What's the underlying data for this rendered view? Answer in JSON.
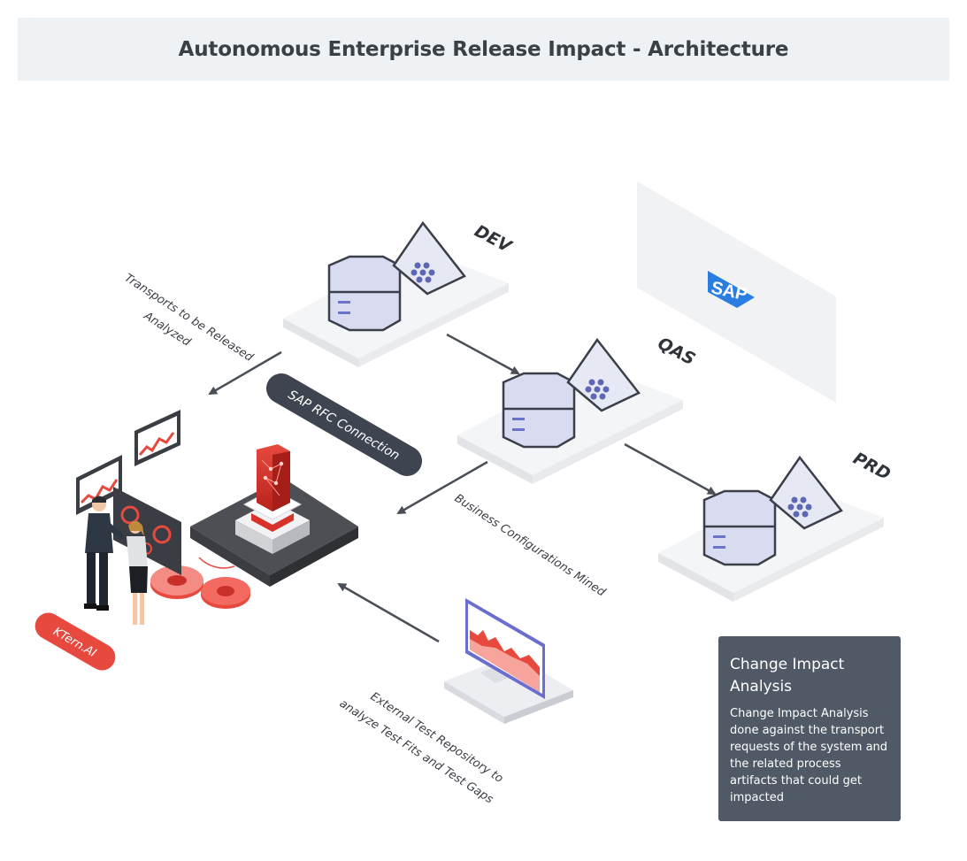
{
  "title": "Autonomous Enterprise Release Impact - Architecture",
  "environments": {
    "dev": "DEV",
    "qas": "QAS",
    "prd": "PRD"
  },
  "flows": {
    "transports_line1": "Transports to be Released",
    "transports_line2": "Analyzed",
    "rfc_connection": "SAP RFC Connection",
    "business_config": "Business Configurations Mined",
    "test_repo_line1": "External Test Repository to",
    "test_repo_line2": "analyze Test Fits and Test Gaps"
  },
  "logos": {
    "sap": "SAP",
    "ktern": "KTern.AI"
  },
  "info_card": {
    "title": "Change Impact Analysis",
    "body": "Change Impact Analysis done against the transport requests of the system and the related process artifacts that could get impacted"
  },
  "colors": {
    "accent_red": "#e8493f",
    "pill_dark": "#3f4550",
    "card_bg": "#505a66",
    "server_fill": "#d9dcf0",
    "arrow": "#4a4f57"
  }
}
